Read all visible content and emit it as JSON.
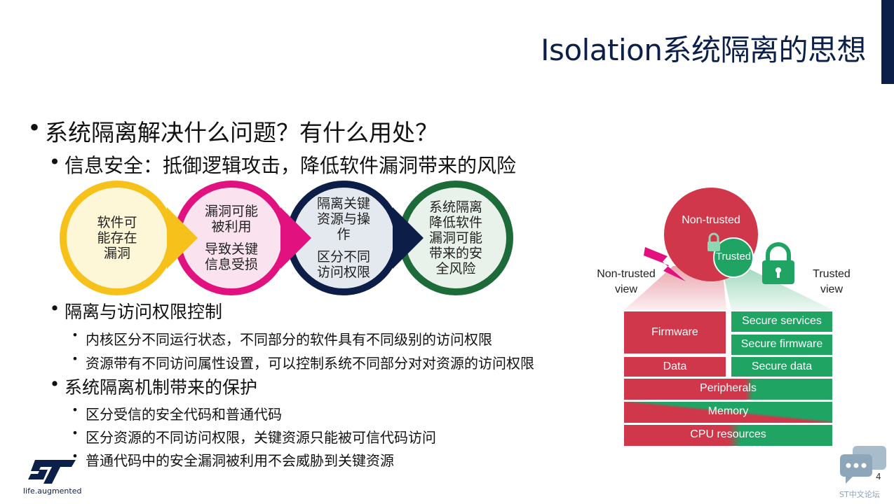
{
  "title": "Isolation系统隔离的思想",
  "bullets": {
    "q": "系统隔离解决什么问题？有什么用处？",
    "info_sec": "信息安全：抵御逻辑攻击，降低软件漏洞带来的风险",
    "access": "隔离与访问权限控制",
    "access_1": "内核区分不同运行状态，不同部分的软件具有不同级别的访问权限",
    "access_2": "资源带有不同访问属性设置，可以控制系统不同部分对对资源的访问权限",
    "protect": "系统隔离机制带来的保护",
    "protect_1": "区分受信的安全代码和普通代码",
    "protect_2": "区分资源的不同访问权限，关键资源只能被可信代码访问",
    "protect_3": "普通代码中的安全漏洞被利用不会威胁到关键资源"
  },
  "flow": {
    "c1": [
      "软件可",
      "能存在",
      "漏洞"
    ],
    "c2a": [
      "漏洞可能",
      "被利用"
    ],
    "c2b": [
      "导致关键",
      "信息受损"
    ],
    "c3a": [
      "隔离关键",
      "资源与操",
      "作"
    ],
    "c3b": [
      "区分不同",
      "访问权限"
    ],
    "c4": [
      "系统隔离",
      "降低软件",
      "漏洞可能",
      "带来的安",
      "全风险"
    ]
  },
  "diagram": {
    "non_trusted": "Non-trusted",
    "trusted": "Trusted",
    "non_trusted_view": [
      "Non-trusted",
      "view"
    ],
    "trusted_view": [
      "Trusted",
      "view"
    ],
    "firmware": "Firmware",
    "data": "Data",
    "secure_services": "Secure services",
    "secure_firmware": "Secure firmware",
    "secure_data": "Secure data",
    "peripherals": "Peripherals",
    "memory": "Memory",
    "cpu": "CPU resources",
    "red": "#d0374a",
    "green": "#1fa464"
  },
  "footer": {
    "tagline": "life.augmented",
    "page": "4",
    "watermark": "ST中文论坛"
  }
}
